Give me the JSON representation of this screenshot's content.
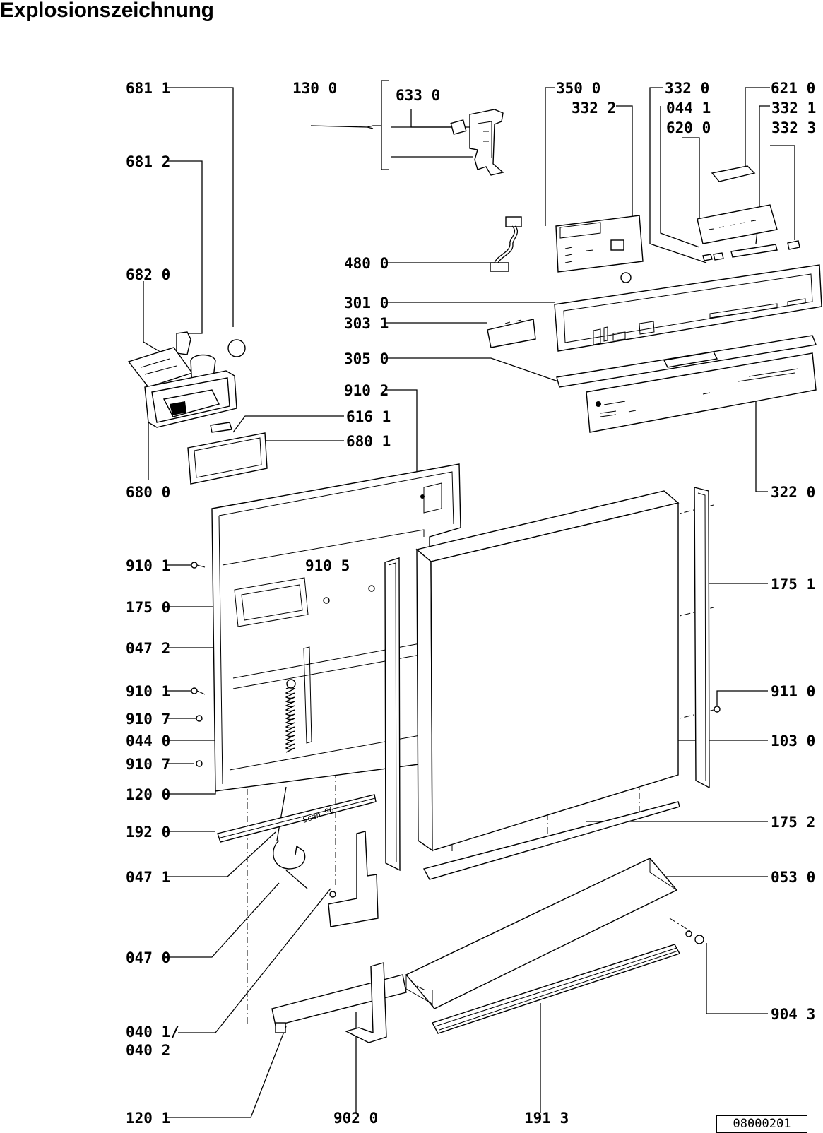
{
  "title": "Explosionszeichnung",
  "drawing_number": "08000201",
  "callouts": {
    "c6811": "681 1",
    "c1300": "130 0",
    "c6330": "633 0",
    "c3500": "350 0",
    "c3320": "332 0",
    "c6210": "621 0",
    "c3322": "332 2",
    "c0441": "044 1",
    "c3321": "332 1",
    "c6200": "620 0",
    "c3323": "332 3",
    "c6812": "681 2",
    "c6820": "682 0",
    "c4800": "480 0",
    "c3010": "301 0",
    "c3031": "303 1",
    "c3050": "305 0",
    "c9102": "910 2",
    "c6161": "616 1",
    "c6801": "680 1",
    "c6800": "680 0",
    "c3220": "322 0",
    "c9101a": "910 1",
    "c9105": "910 5",
    "c1751": "175 1",
    "c1750": "175 0",
    "c0472": "047 2",
    "c9101b": "910 1",
    "c9110": "911 0",
    "c9107a": "910 7",
    "c0440": "044 0",
    "c1030": "103 0",
    "c9107b": "910 7",
    "c1200": "120 0",
    "c1920": "192 0",
    "c1752": "175 2",
    "c0471": "047 1",
    "c0530": "053 0",
    "c0470": "047 0",
    "c9043": "904 3",
    "c0401": "040 1/",
    "c0402": "040 2",
    "c1201": "120 1",
    "c9020": "902 0",
    "c1913": "191 3"
  },
  "inscriptions": {
    "stamp": "Scan 96"
  },
  "icons": [
    "cable-tie-clip-icon",
    "screw-icon"
  ]
}
